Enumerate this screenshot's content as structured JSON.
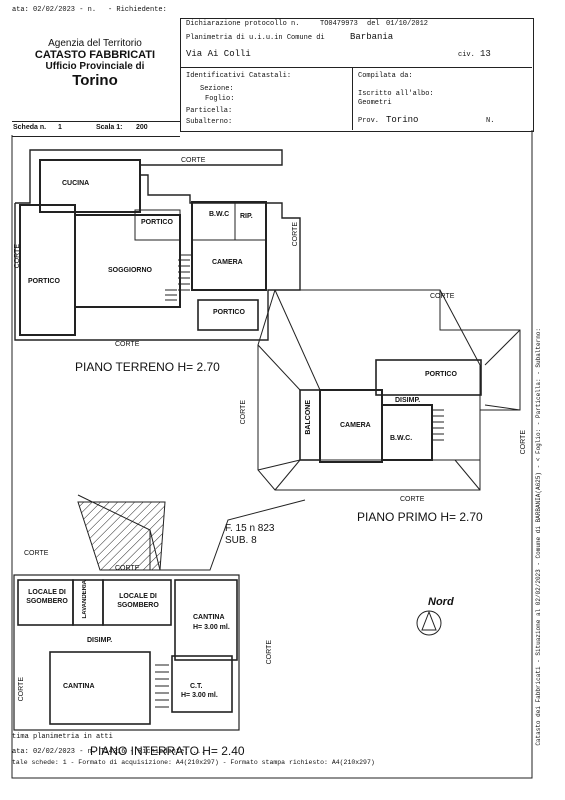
{
  "top_strip": {
    "left": "ata: 02/02/2023 - n.",
    "mid": "- Richiedente:"
  },
  "agency": {
    "line1": "Agenzia del Territorio",
    "line2": "CATASTO FABBRICATI",
    "line3": "Ufficio Provinciale di",
    "line4": "Torino"
  },
  "header": {
    "decl_label": "Dichiarazione protocollo n.",
    "decl_no": "TO0479973",
    "decl_del": "del",
    "decl_date": "01/10/2012",
    "plan_label": "Planimetria di u.i.u.in Comune di",
    "comune": "Barbania",
    "address": "Via Ai Colli",
    "civ_label": "civ.",
    "civ": "13",
    "ident_label": "Identificativi Catastali:",
    "sezione_label": "Sezione:",
    "foglio_label": "Foglio:",
    "particella_label": "Particella:",
    "subalterno_label": "Subalterno:",
    "compilata_label": "Compilata da:",
    "iscritto_label": "Iscritto all'albo:",
    "albo": "Geometri",
    "prov_label": "Prov.",
    "prov": "Torino",
    "n_label": "N."
  },
  "scheda": {
    "label": "Scheda n.",
    "value": "1",
    "scala_label": "Scala 1:",
    "scala": "200"
  },
  "piano_terreno": {
    "title": "PIANO TERRENO H= 2.70",
    "rooms": {
      "cucina": "CUCINA",
      "portico_left": "PORTICO",
      "soggiorno": "SOGGIORNO",
      "portico_mid": "PORTICO",
      "bwc": "B.W.C",
      "rip": "RIP.",
      "camera": "CAMERA",
      "portico_bottom": "PORTICO"
    },
    "corte": [
      "CORTE",
      "CORTE",
      "CORTE",
      "CORTE"
    ]
  },
  "piano_primo": {
    "title": "PIANO PRIMO H= 2.70",
    "rooms": {
      "portico": "PORTICO",
      "disimp": "DISIMP.",
      "balcone": "BALCONE",
      "camera": "CAMERA",
      "bwc": "B.W.C."
    },
    "corte": [
      "CORTE",
      "CORTE",
      "CORTE",
      "CORTE"
    ]
  },
  "foglio_ref": {
    "line1": "F. 15 n 823",
    "line2": "SUB. 8"
  },
  "nord": "Nord",
  "piano_interrato": {
    "title": "PIANO INTERRATO H= 2.40",
    "rooms": {
      "locale1": "LOCALE DI SGOMBERO",
      "lavanderia": "LAVANDERIA",
      "locale2": "LOCALE DI SGOMBERO",
      "cantina_right": "CANTINA",
      "cantina_right_h": "H= 3.00 ml.",
      "disimp": "DISIMP.",
      "cantina_left": "CANTINA",
      "ct": "C.T.",
      "ct_h": "H= 3.00 ml."
    },
    "corte": [
      "CORTE",
      "CORTE",
      "CORTE",
      "CORTE"
    ]
  },
  "side_text": "Catasto dei Fabbricati - Situazione al 02/02/2023 - Comune di BARBANIA(A625) - < Foglio: - Particella: - Subalterno:",
  "footer": {
    "line1": "tima planimetria in atti",
    "line2": "ata: 02/02/2023 - n. T14216 - Richiedente: ...",
    "line3": "tale schede: 1 - Formato di acquisizione: A4(210x297) - Formato stampa richiesto: A4(210x297)"
  }
}
